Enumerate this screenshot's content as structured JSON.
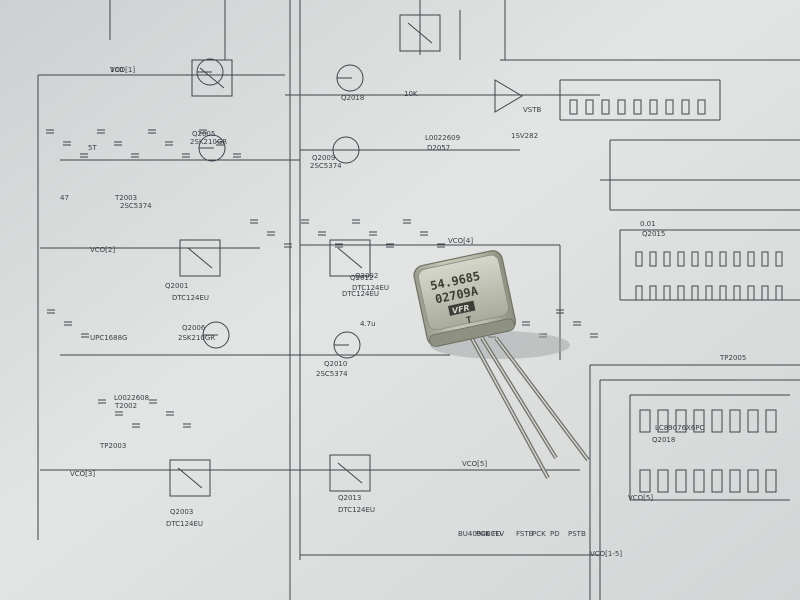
{
  "photo": {
    "subject": "crystal",
    "crystal": {
      "line1": "54.9685",
      "line2": "02709A",
      "logo": "VFR",
      "mark": "T"
    }
  },
  "schematic": {
    "labels": [
      "VCO[1]",
      "VCO[2]",
      "VCO[3]",
      "VCO[4]",
      "VCO[5]",
      "VCO[5]",
      "VCO[1-5]",
      "Q2001",
      "DTC124EU",
      "Q2002",
      "DTC124EU",
      "Q2003",
      "DTC124EU",
      "Q2012",
      "DTC124EU",
      "Q2013",
      "DTC124EU",
      "Q2005",
      "2SK210GR",
      "Q2006",
      "2SK210GR",
      "Q2009",
      "2SC5374",
      "Q2010",
      "2SC5374",
      "Q2018",
      "2SC5374",
      "T2002",
      "T2003",
      "L0022608",
      "L0022609",
      "D2057",
      "1SV282",
      "TP2005",
      "TP2003",
      "47",
      "0.01",
      "Q2015",
      "LC89076X6PC",
      "Q2018",
      "BU4094BCFV",
      "PCK",
      "FD",
      "FSTB",
      "PCK",
      "PD",
      "PSTB",
      "VSTB",
      "UPC1688G",
      "5T",
      "4.7u",
      "10K",
      "100"
    ]
  }
}
